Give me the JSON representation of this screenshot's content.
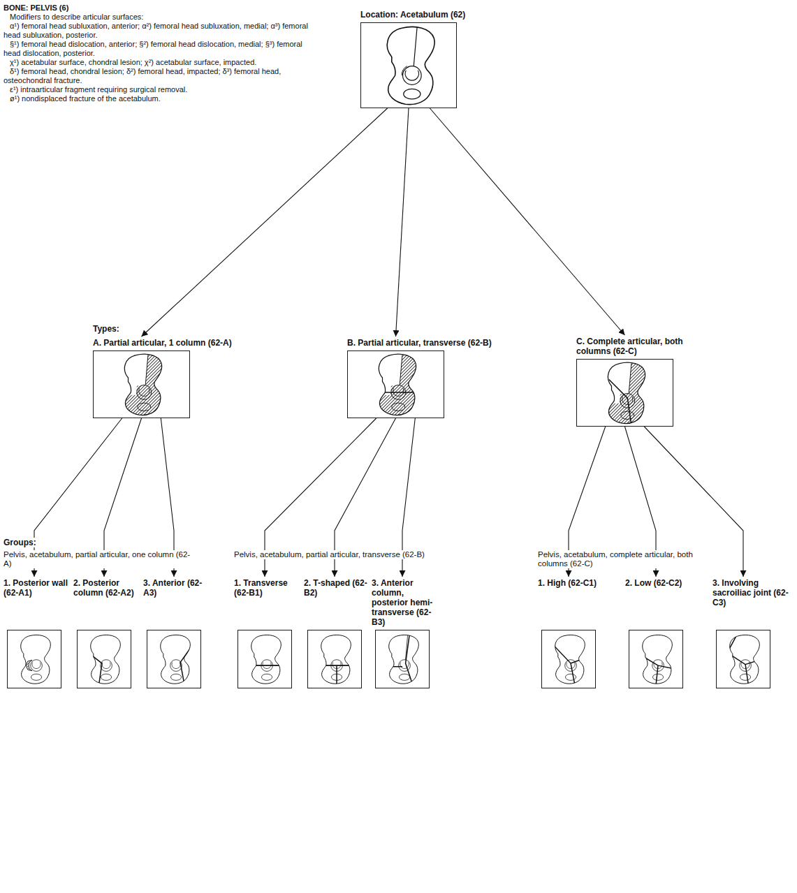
{
  "diagram": {
    "nodes": [
      {
        "text": [
          "Location: Acetabulum (62)"
        ]
      },
      {
        "text": [
          "A. Partial articular, 1 column (62-A)"
        ]
      },
      {
        "text": [
          "B. Partial articular, transverse (62-B)"
        ]
      },
      {
        "text": [
          "C. Complete articular, both columns (62-C)"
        ]
      },
      {
        "text": [
          "1. Posterior wall (62-A1)"
        ]
      },
      {
        "text": [
          "2. Posterior column (62-A2)"
        ]
      },
      {
        "text": [
          "3. Anterior (62-A3)"
        ]
      },
      {
        "text": [
          "1. Transverse (62-B1)"
        ]
      },
      {
        "text": [
          "2. T-shaped (62-B2)"
        ]
      },
      {
        "text": [
          "3. Anterior column, posterior hemi-transverse (62-B3)"
        ]
      },
      {
        "text": [
          "1. High (62-C1)"
        ]
      },
      {
        "text": [
          "2. Low (62-C2)"
        ]
      },
      {
        "text": [
          "3. Involving sacroiliac joint (62-C3)"
        ]
      }
    ],
    "edges": [
      {
        "from": 0,
        "to": 1,
        "arrow": "to"
      },
      {
        "from": 0,
        "to": 2,
        "arrow": "to"
      },
      {
        "from": 0,
        "to": 3,
        "arrow": "to"
      },
      {
        "from": 1,
        "to": 4,
        "arrow": "to"
      },
      {
        "from": 1,
        "to": 5,
        "arrow": "to"
      },
      {
        "from": 1,
        "to": 6,
        "arrow": "to"
      },
      {
        "from": 2,
        "to": 7,
        "arrow": "to"
      },
      {
        "from": 2,
        "to": 8,
        "arrow": "to"
      },
      {
        "from": 2,
        "to": 9,
        "arrow": "to"
      },
      {
        "from": 3,
        "to": 10,
        "arrow": "to"
      },
      {
        "from": 3,
        "to": 11,
        "arrow": "to"
      },
      {
        "from": 3,
        "to": 12,
        "arrow": "to"
      }
    ],
    "labels": [
      "BONE: PELVIS (6)",
      "Modifiers to describe articular surfaces:",
      "α¹) femoral head subluxation, anterior; α²) femoral head subluxation, medial; α³) femoral head subluxation, posterior.",
      "§¹) femoral head dislocation, anterior; §²) femoral head dislocation, medial; §³) femoral head dislocation, posterior.",
      "χ¹) acetabular surface, chondral lesion; χ²) acetabular surface, impacted.",
      "δ¹) femoral head, chondral lesion; δ²) femoral head, impacted; δ³) femoral head, osteochondral fracture.",
      "ε¹) intraarticular fragment requiring surgical removal.",
      "ø¹) nondisplaced fracture of the acetabulum.",
      "Types:",
      "Groups:",
      "Pelvis, acetabulum, partial articular, one column (62-A)",
      "Pelvis, acetabulum, partial articular, transverse (62-B)",
      "Pelvis, acetabulum, complete articular, both columns (62-C)"
    ]
  }
}
